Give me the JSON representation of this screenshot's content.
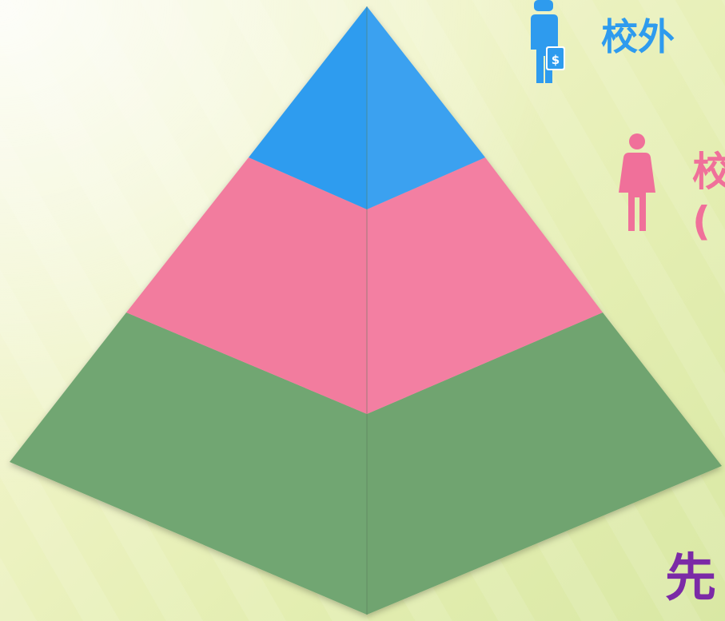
{
  "pyramid": {
    "tiers": [
      {
        "name": "top",
        "color_left": "#2f9cef",
        "color_right": "#3aa1f0"
      },
      {
        "name": "middle",
        "color_left": "#f27b9e",
        "color_right": "#f37fa2"
      },
      {
        "name": "bottom",
        "color_left": "#71a672",
        "color_right": "#6fa46f"
      }
    ]
  },
  "labels": {
    "top": {
      "text": "校外",
      "color": "#2e9bee",
      "icon": "businessman-icon"
    },
    "middle": {
      "text": "校",
      "second_line": "(",
      "color": "#f0709a",
      "icon": "woman-icon"
    },
    "bottom": {
      "text": "先",
      "color": "#7b2aa6"
    }
  },
  "icons": {
    "businessman_badge": "$"
  }
}
